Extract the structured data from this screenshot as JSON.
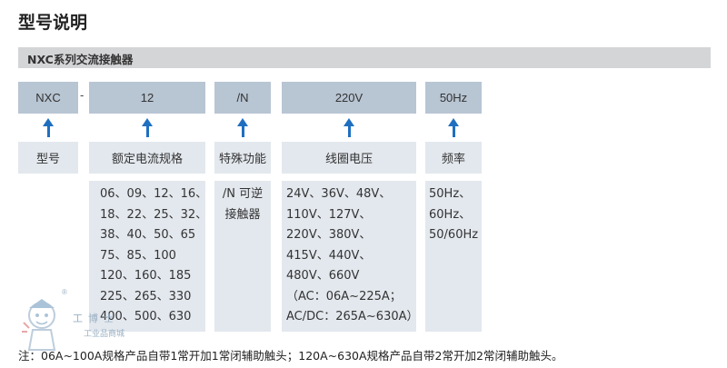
{
  "title": "型号说明",
  "subtitle": "NXC系列交流接触器",
  "separator": "-",
  "codes": [
    "NXC",
    "12",
    "/N",
    "220V",
    "50Hz"
  ],
  "labels": [
    "型号",
    "额定电流规格",
    "特殊功能",
    "线圈电压",
    "频率"
  ],
  "options": {
    "current": [
      "06、09、12、16、",
      "18、22、25、32、",
      "38、40、50、65",
      "75、85、100",
      "120、160、185",
      "225、265、330",
      "400、500、630"
    ],
    "special": [
      "/N 可逆",
      "接触器"
    ],
    "voltage": [
      "24V、36V、48V、",
      "110V、127V、",
      "220V、380V、",
      "415V、440V、",
      "480V、660V",
      "（AC：06A~225A；",
      "AC/DC：265A~630A）"
    ],
    "frequency": [
      "50Hz、",
      "60Hz、",
      "50/60Hz"
    ]
  },
  "note": "注：06A~100A规格产品自带1常开加1常闭辅助触头；120A~630A规格产品自带2常开加2常闭辅助触头。",
  "watermark": {
    "main": "工博士",
    "sub": "工业品商城",
    "registered": "®"
  },
  "colors": {
    "code_box": "#b8c5d3",
    "label_box": "#e3e8ee",
    "arrow": "#1f6fc0",
    "subtitle_bar": "#d4d5d7"
  }
}
